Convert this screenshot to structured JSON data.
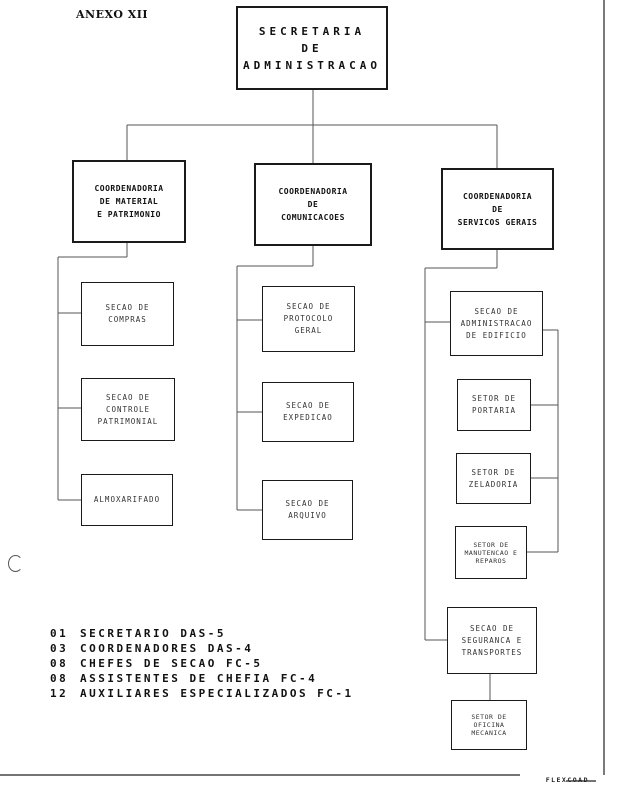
{
  "header": {
    "annex": "ANEXO XII"
  },
  "root": {
    "lines": [
      "SECRETARIA",
      "DE",
      "ADMINISTRACAO"
    ]
  },
  "coordenadorias": [
    {
      "lines": [
        "COORDENADORIA",
        "DE MATERIAL",
        "E PATRIMONIO"
      ],
      "children": [
        {
          "lines": [
            "SECAO DE",
            "COMPRAS"
          ]
        },
        {
          "lines": [
            "SECAO DE",
            "CONTROLE",
            "PATRIMONIAL"
          ]
        },
        {
          "lines": [
            "ALMOXARIFADO"
          ]
        }
      ]
    },
    {
      "lines": [
        "COORDENADORIA",
        "DE",
        "COMUNICACOES"
      ],
      "children": [
        {
          "lines": [
            "SECAO DE",
            "PROTOCOLO",
            "GERAL"
          ]
        },
        {
          "lines": [
            "SECAO DE",
            "EXPEDICAO"
          ]
        },
        {
          "lines": [
            "SECAO DE",
            "ARQUIVO"
          ]
        }
      ]
    },
    {
      "lines": [
        "COORDENADORIA",
        "DE",
        "SERVICOS GERAIS"
      ],
      "children": [
        {
          "lines": [
            "SECAO DE",
            "ADMINISTRACAO",
            "DE EDIFICIO"
          ],
          "children": [
            {
              "lines": [
                "SETOR DE",
                "PORTARIA"
              ]
            },
            {
              "lines": [
                "SETOR DE",
                "ZELADORIA"
              ]
            },
            {
              "lines": [
                "SETOR DE",
                "MANUTENCAO E",
                "REPAROS"
              ]
            }
          ]
        },
        {
          "lines": [
            "SECAO DE",
            "SEGURANCA E",
            "TRANSPORTES"
          ],
          "children": [
            {
              "lines": [
                "SETOR DE",
                "OFICINA",
                "MECANICA"
              ]
            }
          ]
        }
      ]
    }
  ],
  "legend": [
    {
      "qty": "01",
      "text": "SECRETARIO DAS-5"
    },
    {
      "qty": "03",
      "text": "COORDENADORES DAS-4"
    },
    {
      "qty": "08",
      "text": "CHEFES DE SECAO FC-5"
    },
    {
      "qty": "08",
      "text": "ASSISTENTES DE CHEFIA FC-4"
    },
    {
      "qty": "12",
      "text": "AUXILIARES ESPECIALIZADOS FC-1"
    }
  ],
  "footer": {
    "text": "FLEXCOAD"
  }
}
